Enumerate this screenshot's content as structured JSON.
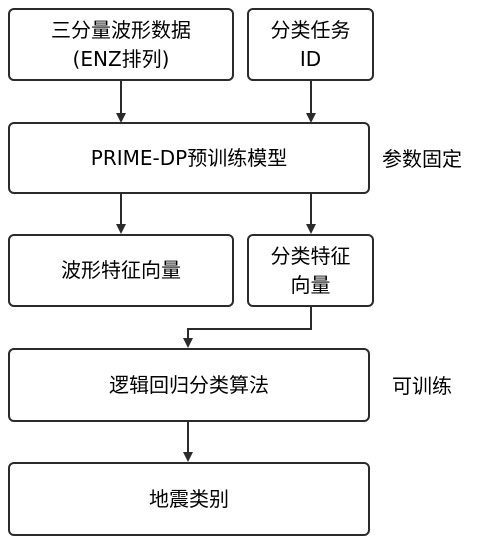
{
  "nodes": {
    "waveform_data": [
      "三分量波形数据",
      "(ENZ排列)"
    ],
    "task_id": [
      "分类任务",
      "ID"
    ],
    "pretrained_model": "PRIME-DP预训练模型",
    "waveform_features": "波形特征向量",
    "classification_features": [
      "分类特征",
      "向量"
    ],
    "logistic_regression": "逻辑回归分类算法",
    "earthquake_category": "地震类别"
  },
  "notes": {
    "params_fixed": "参数固定",
    "trainable": "可训练"
  }
}
